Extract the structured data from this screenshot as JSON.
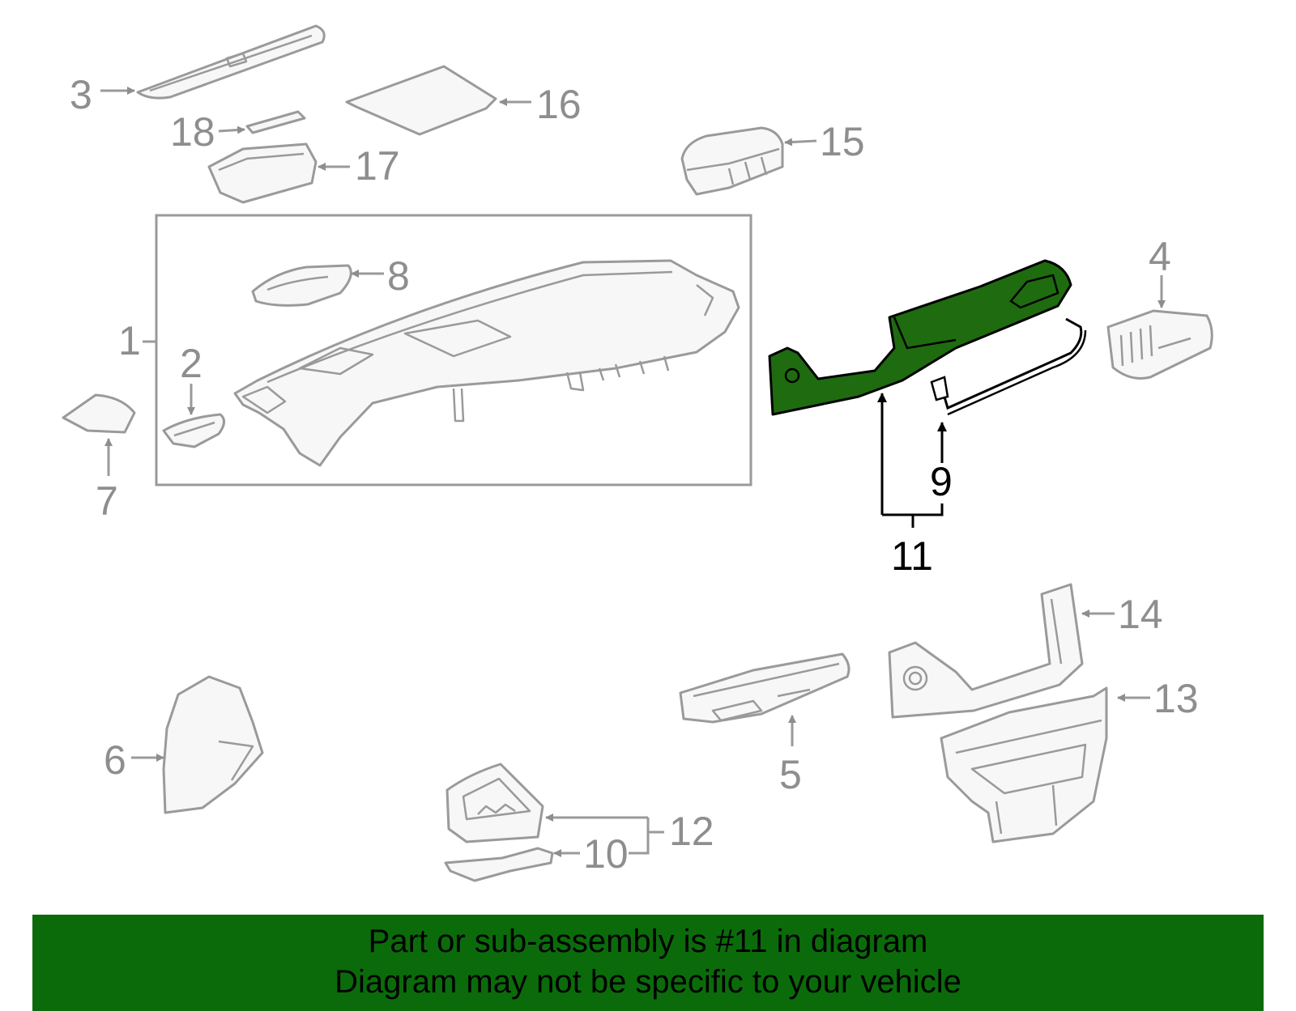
{
  "callouts": {
    "c1": "1",
    "c2": "2",
    "c3": "3",
    "c4": "4",
    "c5": "5",
    "c6": "6",
    "c7": "7",
    "c8": "8",
    "c9": "9",
    "c10": "10",
    "c11": "11",
    "c12": "12",
    "c13": "13",
    "c14": "14",
    "c15": "15",
    "c16": "16",
    "c17": "17",
    "c18": "18"
  },
  "highlight": {
    "part_number": "11",
    "color": "#1f6b10"
  },
  "banner": {
    "line1": "Part or sub-assembly is #11 in diagram",
    "line2": "Diagram may not be specific to your vehicle",
    "background": "#0b6b0b"
  }
}
